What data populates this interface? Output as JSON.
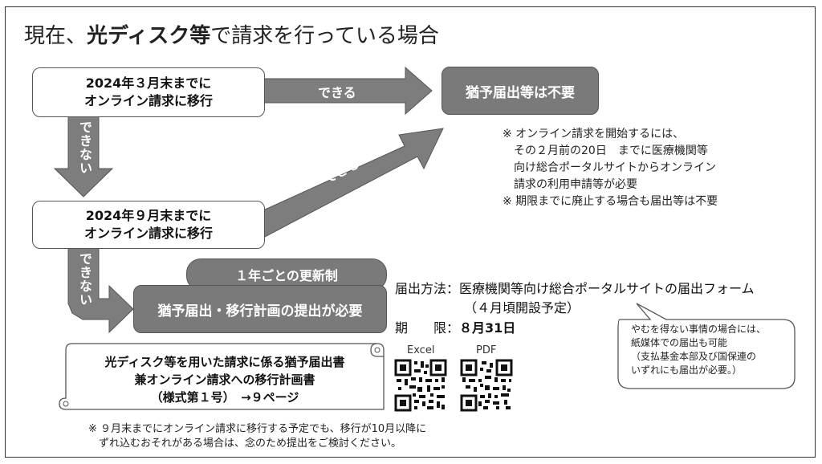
{
  "title": {
    "prefix": "現在、",
    "bold": "光ディスク等",
    "suffix": "で請求を行っている場合"
  },
  "step1": {
    "line1": "2024年３月末までに",
    "line2": "オンライン請求に移行"
  },
  "step2": {
    "line1": "2024年９月末までに",
    "line2": "オンライン請求に移行"
  },
  "arrows": {
    "can1": "できる",
    "can2": "できる",
    "cannot1": "できない",
    "cannot2": "できない"
  },
  "result_not_required": "猶予届出等は不要",
  "notes": [
    "※ オンライン請求を開始するには、",
    "　その２月前の20日　までに医療機関等",
    "　向け総合ポータルサイトからオンライン",
    "　請求の利用申請等が必要",
    "※ 期限までに廃止する場合も届出等は不要"
  ],
  "renewal": "１年ごとの更新制",
  "required_box": "猶予届出・移行計画の提出が必要",
  "submission": {
    "method_label": "届出方法：",
    "method_value": "医療機関等向け総合ポータルサイトの届出フォーム",
    "method_sub": "（４月頃開設予定）",
    "deadline_label": "期　　限：",
    "deadline_value": "８月31日"
  },
  "bubble": [
    "やむを得ない事情の場合には、",
    "紙媒体での届出も可能",
    "（支払基金本部及び国保連の",
    "いずれにも届出が必要。）"
  ],
  "scroll": {
    "line1": "光ディスク等を用いた請求に係る猶予届出書",
    "line2": "兼オンライン請求への移行計画書",
    "line3": "（様式第１号）　→９ページ"
  },
  "qr": {
    "excel": "Excel",
    "pdf": "PDF"
  },
  "footnote": [
    "※ ９月末までにオンライン請求に移行する予定でも、移行が10月以降に",
    "　ずれ込むおそれがある場合は、念のため提出をご検討ください。"
  ],
  "colors": {
    "gray_box": "#7a7a7a",
    "arrow": "#7d7d7d",
    "border": "#555555"
  }
}
